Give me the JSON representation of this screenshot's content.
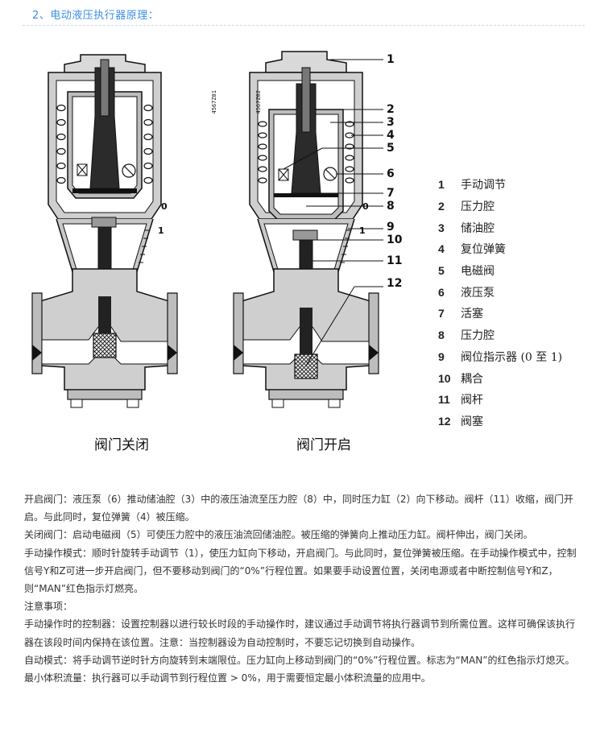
{
  "header": {
    "title": "2、电动液压执行器原理："
  },
  "figure": {
    "code_left": "4567Z01",
    "code_right": "4567Z02",
    "caption_closed": "阀门关闭",
    "caption_open": "阀门开启",
    "scale_zero": "0",
    "scale_one": "1",
    "callouts": [
      "1",
      "2",
      "3",
      "4",
      "5",
      "6",
      "7",
      "8",
      "9",
      "10",
      "11",
      "12"
    ]
  },
  "legend": [
    {
      "num": "1",
      "label": "手动调节"
    },
    {
      "num": "2",
      "label": "压力腔"
    },
    {
      "num": "3",
      "label": "储油腔"
    },
    {
      "num": "4",
      "label": "复位弹簧"
    },
    {
      "num": "5",
      "label": "电磁阀"
    },
    {
      "num": "6",
      "label": "液压泵"
    },
    {
      "num": "7",
      "label": "活塞"
    },
    {
      "num": "8",
      "label": "压力腔"
    },
    {
      "num": "9",
      "label": "阀位指示器 (0 至 1)"
    },
    {
      "num": "10",
      "label": "耦合"
    },
    {
      "num": "11",
      "label": "阀杆"
    },
    {
      "num": "12",
      "label": "阀塞"
    }
  ],
  "paragraphs": [
    "开启阀门：液压泵（6）推动储油腔（3）中的液压油流至压力腔（8）中，同时压力缸（2）向下移动。阀杆（11）收缩，阀门开启。与此同时，复位弹簧（4）被压缩。",
    "关闭阀门：启动电磁阀（5）可使压力腔中的液压油流回储油腔。被压缩的弹簧向上推动压力缸。阀杆伸出，阀门关闭。",
    "手动操作模式：顺时针旋转手动调节（1），使压力缸向下移动，开启阀门。与此同时，复位弹簧被压缩。在手动操作模式中，控制信号Y和Z可进一步开启阀门，但不要移动到阀门的“0%”行程位置。如果要手动设置位置，关闭电源或者中断控制信号Y和Z，则“MAN”红色指示灯燃亮。",
    "注意事项：",
    "手动操作时的控制器：设置控制器以进行较长时段的手动操作时，建议通过手动调节将执行器调节到所需位置。这样可确保该执行器在该段时间内保持在该位置。注意：当控制器设为自动控制时，不要忘记切换到自动操作。",
    "自动模式：将手动调节逆时针方向旋转到末端限位。压力缸向上移动到阀门的“0%”行程位置。标志为“MAN”的红色指示灯熄灭。",
    "最小体积流量：执行器可以手动调节到行程位置 > 0%，用于需要恒定最小体积流量的应用中。"
  ]
}
